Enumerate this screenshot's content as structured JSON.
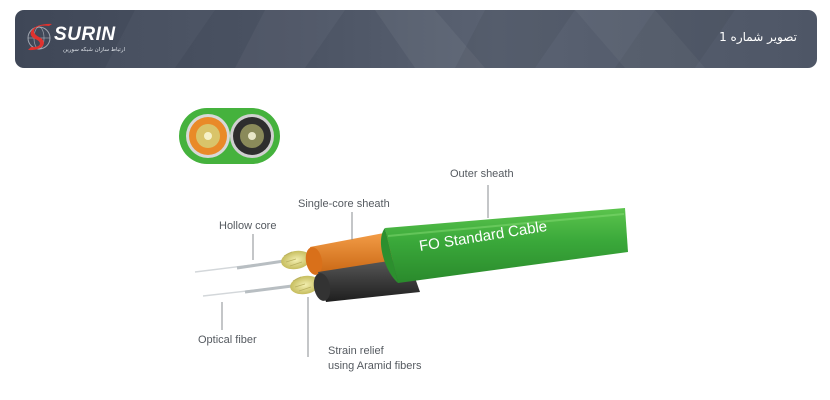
{
  "header": {
    "title": "تصویر شماره 1",
    "logo": {
      "brand": "SURIN",
      "tagline": "ارتباط سازان شبکه سورین"
    }
  },
  "figure": {
    "cable_print": "FO Standard Cable",
    "labels": {
      "outer_sheath": "Outer sheath",
      "single_core_sheath": "Single-core sheath",
      "hollow_core": "Hollow core",
      "optical_fiber": "Optical fiber",
      "strain_relief_line1": "Strain relief",
      "strain_relief_line2": "using Aramid fibers"
    },
    "colors": {
      "outer_green": "#3aa83a",
      "core_orange": "#e27a1e",
      "core_black": "#2c2c2c",
      "aramid_yellow": "#d9d27a"
    }
  }
}
